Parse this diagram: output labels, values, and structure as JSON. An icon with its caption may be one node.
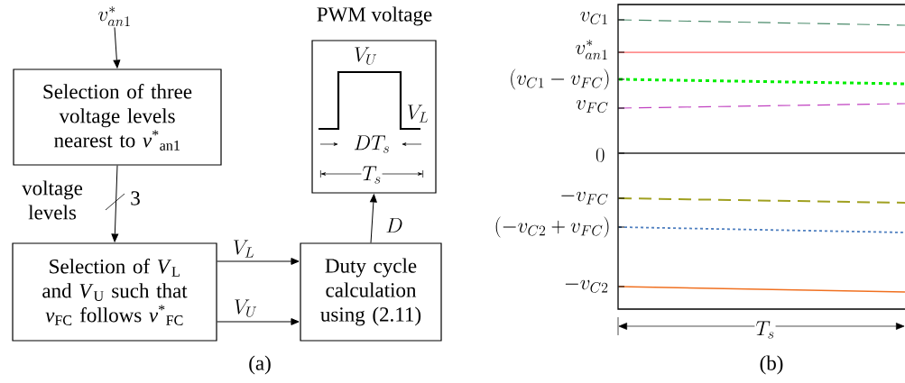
{
  "diagram": {
    "nodes": [
      {
        "text": [
          "v^*_{an1}"
        ]
      },
      {
        "text": [
          "Selection of three voltage levels nearest to *v*$^{*}$$_{an1}$"
        ]
      },
      {
        "text": [
          "Selection of *V*$_{L}$ and *V*$_{U}$ such that *v*$_{FC}$ follows *v*$^{*}$$_{FC}$"
        ]
      },
      {
        "text": [
          "Duty cycle calculation using (2.11)"
        ]
      },
      {
        "text": [
          "PWM voltage",
          "V_U",
          "V_L",
          "DT_s",
          "T_s"
        ]
      }
    ],
    "edges": [
      {
        "from": 0,
        "to": 1,
        "arrow": "to"
      },
      {
        "from": 1,
        "to": 2,
        "arrow": "to",
        "label": "voltage levels"
      },
      {
        "from": 2,
        "to": 3,
        "arrow": "to",
        "label": "V_L"
      },
      {
        "from": 2,
        "to": 3,
        "arrow": "to",
        "label": "V_U"
      },
      {
        "from": 3,
        "to": 4,
        "arrow": "to",
        "label": "D"
      }
    ],
    "labels": [
      "v_{C1}",
      "v^*_{an1}",
      "(v_{C1}-v_{FC})",
      "v_{FC}",
      "0",
      "-v_{FC}",
      "(-v_{C2}+v_{FC})",
      "-v_{C2}",
      "3",
      "(a)",
      "T_s",
      "(b)"
    ]
  }
}
